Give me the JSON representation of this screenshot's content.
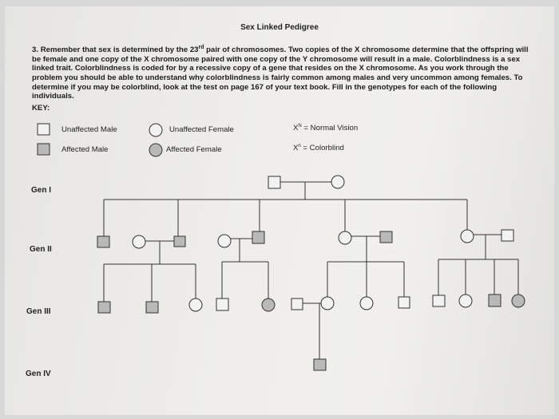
{
  "title": "Sex Linked Pedigree",
  "instructions": {
    "number": "3.",
    "p1": "Remember that sex is determined by the 23",
    "sup": "rd",
    "p2": " pair of chromosomes.  Two copies of the X chromosome determine that the offspring will be female and one copy of the X chromosome paired with one copy of the Y chromosome will result in a male.  Colorblindness is a sex linked trait.  Colorblindness is coded for by a recessive copy of a gene that resides on the X chromosome.  As you work through the problem you should be able to understand why colorblindness is fairly common among males and very uncommon among females.  To determine if you may be colorblind, look at the test on page 167 of your text book.  Fill in the genotypes for each of the following individuals."
  },
  "key_label": "KEY:",
  "legend": {
    "unaffected_male": "Unaffected Male",
    "affected_male": "Affected Male",
    "unaffected_female": "Unaffected Female",
    "affected_female": "Affected Female",
    "normal_base": "X",
    "normal_sup": "N",
    "normal_text": " = Normal Vision",
    "cb_base": "X",
    "cb_sup": "n",
    "cb_text": " = Colorblind"
  },
  "generations": [
    "Gen I",
    "Gen II",
    "Gen III",
    "Gen IV"
  ],
  "colors": {
    "affected_fill": "#b9b9b9",
    "line": "#333333"
  }
}
